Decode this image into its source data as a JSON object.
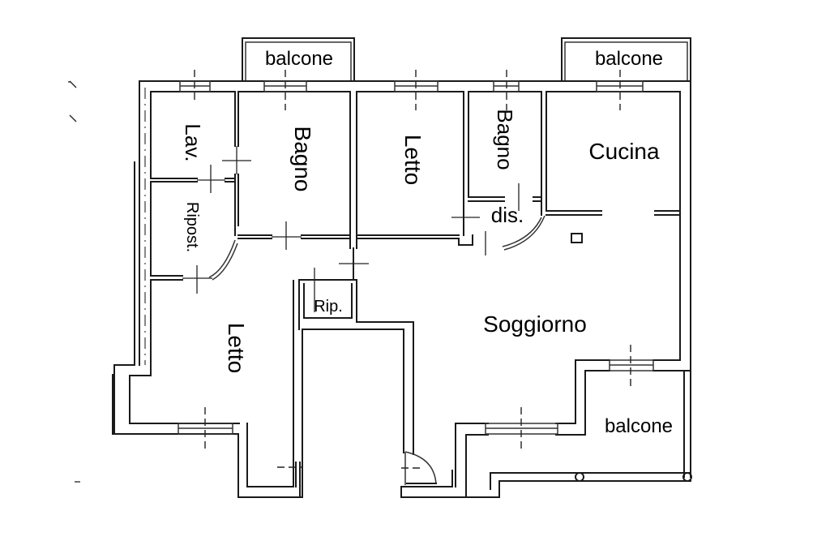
{
  "floor_plan": {
    "rooms": [
      {
        "id": "balcone_nw",
        "label": "balcone",
        "orientation": "horizontal"
      },
      {
        "id": "balcone_ne",
        "label": "balcone",
        "orientation": "horizontal"
      },
      {
        "id": "lavanderia",
        "label": "Lav.",
        "orientation": "vertical"
      },
      {
        "id": "bagno_1",
        "label": "Bagno",
        "orientation": "vertical"
      },
      {
        "id": "letto_1",
        "label": "Letto",
        "orientation": "vertical"
      },
      {
        "id": "bagno_2",
        "label": "Bagno",
        "orientation": "vertical"
      },
      {
        "id": "cucina",
        "label": "Cucina",
        "orientation": "horizontal"
      },
      {
        "id": "ripostiglio",
        "label": "Ripost.",
        "orientation": "vertical"
      },
      {
        "id": "disimpegno",
        "label": "dis.",
        "orientation": "horizontal"
      },
      {
        "id": "ripostiglio_2",
        "label": "Rip.",
        "orientation": "horizontal"
      },
      {
        "id": "letto_2",
        "label": "Letto",
        "orientation": "vertical"
      },
      {
        "id": "soggiorno",
        "label": "Soggiorno",
        "orientation": "horizontal"
      },
      {
        "id": "balcone_se",
        "label": "balcone",
        "orientation": "horizontal"
      }
    ],
    "line_color": "#1a1a1a",
    "background": "#ffffff"
  }
}
